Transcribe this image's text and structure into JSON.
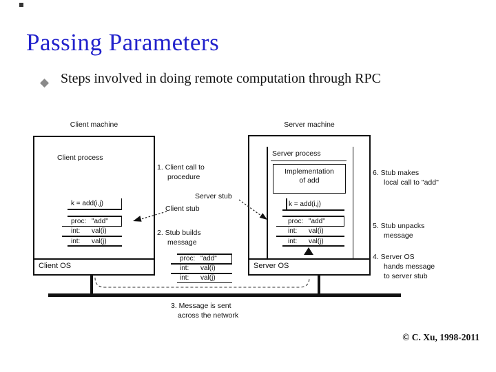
{
  "slide": {
    "title": "Passing Parameters",
    "bullet_marker": "◆",
    "bullet_text": "Steps involved in doing remote computation through RPC",
    "copyright": "© C. Xu, 1998-2011"
  },
  "colors": {
    "title_blue": "#2222CC",
    "bullet_gray": "#8a8a8a",
    "line_black": "#111111",
    "background": "#ffffff"
  },
  "diagram": {
    "client": {
      "machine_label": "Client machine",
      "process_label": "Client process",
      "os_label": "Client OS",
      "call_stmt": "k = add(i,j)",
      "table": {
        "rows": [
          {
            "label": "proc:",
            "value": "\"add\""
          },
          {
            "label": "int:",
            "value": "val(i)"
          },
          {
            "label": "int:",
            "value": "val(j)"
          }
        ]
      }
    },
    "server": {
      "machine_label": "Server machine",
      "process_label": "Server process",
      "impl_line1": "Implementation",
      "impl_line2": "of add",
      "os_label": "Server OS",
      "call_stmt": "k = add(i,j)",
      "table": {
        "rows": [
          {
            "label": "proc:",
            "value": "\"add\""
          },
          {
            "label": "int:",
            "value": "val(i)"
          },
          {
            "label": "int:",
            "value": "val(j)"
          }
        ]
      }
    },
    "middle_message": {
      "rows": [
        {
          "label": "proc:",
          "value": "\"add\""
        },
        {
          "label": "int:",
          "value": "val(i)"
        },
        {
          "label": "int:",
          "value": "val(j)"
        }
      ]
    },
    "labels": {
      "client_stub": "Client stub",
      "server_stub": "Server stub"
    },
    "steps": {
      "s1a": "1. Client call to",
      "s1b": "procedure",
      "s2a": "2. Stub builds",
      "s2b": "message",
      "s3a": "3. Message is sent",
      "s3b": "across the network",
      "s4a": "4. Server OS",
      "s4b": "hands message",
      "s4c": "to server stub",
      "s5a": "5. Stub unpacks",
      "s5b": "message",
      "s6a": "6. Stub makes",
      "s6b": "local call to \"add\""
    }
  }
}
